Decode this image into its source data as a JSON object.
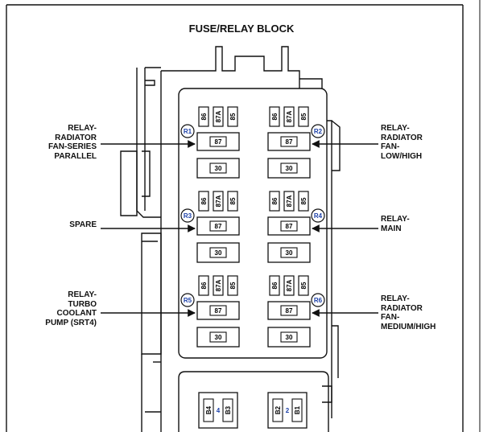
{
  "title": "FUSE/RELAY BLOCK",
  "relays": [
    {
      "id": "R1",
      "pins_top": [
        "86",
        "87A",
        "85"
      ],
      "pin_mid": "87",
      "pin_bot": "30"
    },
    {
      "id": "R2",
      "pins_top": [
        "86",
        "87A",
        "85"
      ],
      "pin_mid": "87",
      "pin_bot": "30"
    },
    {
      "id": "R3",
      "pins_top": [
        "86",
        "87A",
        "85"
      ],
      "pin_mid": "87",
      "pin_bot": "30"
    },
    {
      "id": "R4",
      "pins_top": [
        "86",
        "87A",
        "85"
      ],
      "pin_mid": "87",
      "pin_bot": "30"
    },
    {
      "id": "R5",
      "pins_top": [
        "86",
        "87A",
        "85"
      ],
      "pin_mid": "87",
      "pin_bot": "30"
    },
    {
      "id": "R6",
      "pins_top": [
        "86",
        "87A",
        "85"
      ],
      "pin_mid": "87",
      "pin_bot": "30"
    }
  ],
  "left_labels": [
    [
      "RELAY-",
      "RADIATOR",
      "FAN-SERIES",
      "PARALLEL"
    ],
    [
      "SPARE"
    ],
    [
      "RELAY-",
      "TURBO",
      "COOLANT",
      "PUMP (SRT4)"
    ]
  ],
  "right_labels": [
    [
      "RELAY-",
      "RADIATOR",
      "FAN-",
      "LOW/HIGH"
    ],
    [
      "RELAY-",
      "MAIN"
    ],
    [
      "RELAY-",
      "RADIATOR",
      "FAN-",
      "MEDIUM/HIGH"
    ]
  ],
  "bottom_fuses": [
    {
      "number": "4",
      "left": "B4",
      "right": "B3"
    },
    {
      "number": "2",
      "left": "B2",
      "right": "B1"
    }
  ],
  "colors": {
    "line": "#111111",
    "relay_id": "#1a3fa8",
    "fuse_number": "#1a3fa8"
  }
}
